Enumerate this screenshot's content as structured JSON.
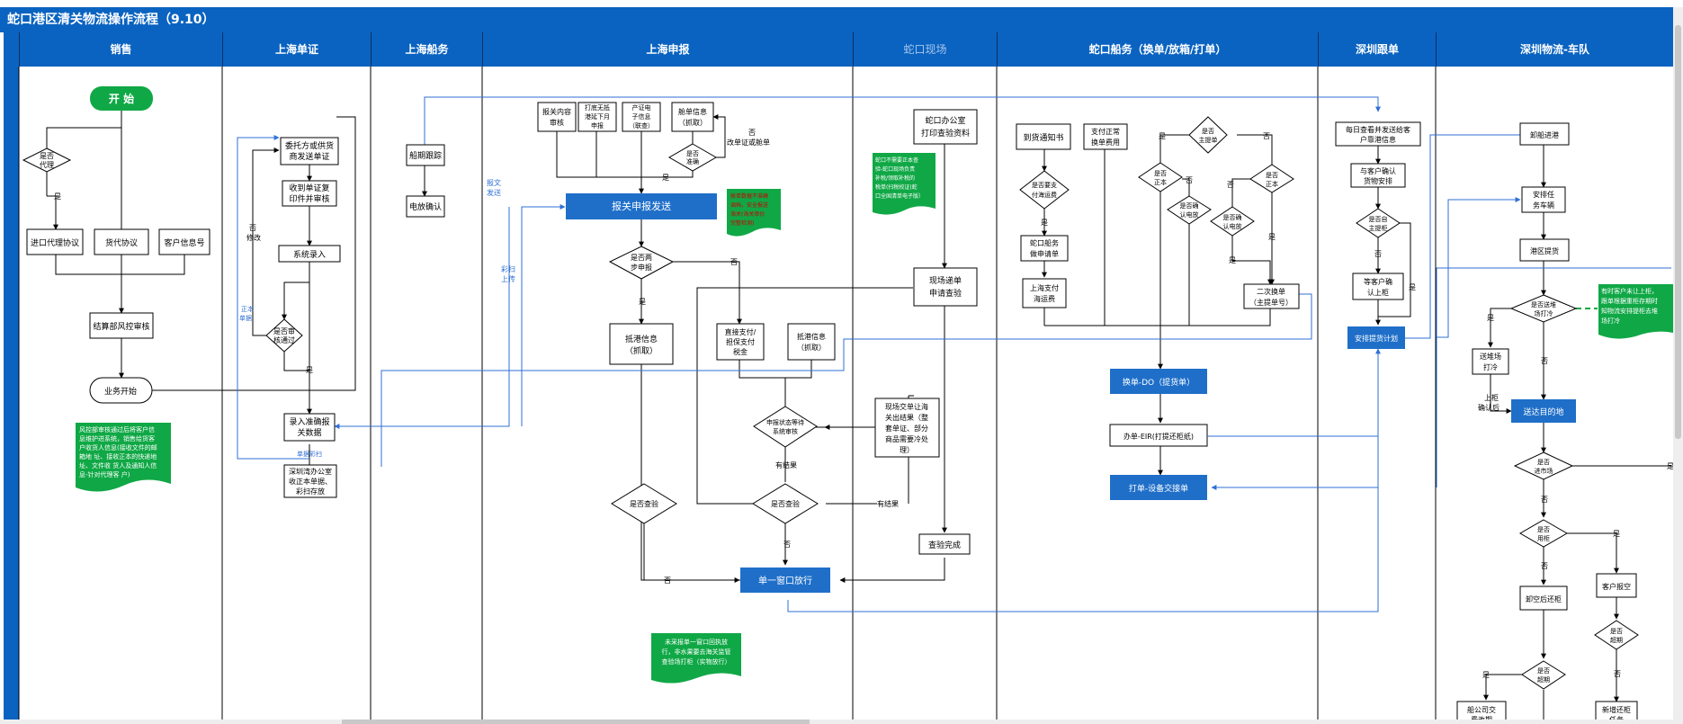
{
  "title": "蛇口港区清关物流操作流程（9.10）",
  "lanes": [
    "销售",
    "上海单证",
    "上海船务",
    "上海申报",
    "蛇口现场",
    "蛇口船务（换单/放箱/打单）",
    "深圳跟单",
    "深圳物流-车队"
  ],
  "nodes": {
    "start": "开 始",
    "is_agent": [
      "是否",
      "代理"
    ],
    "yes": "是",
    "no": "否",
    "import_agent": "进口代理协议",
    "freight_agent": "货代协议",
    "customer_info": "客户信息号",
    "risk_review": "结算部风控审核",
    "business_start": "业务开始",
    "sales_note": [
      "风控部审核通过后将客户信",
      "息维护进系统，销售给货客",
      "户收货人信息(接收文件的邮",
      "箱地 址、接收正本的快递地",
      "址、文件收 货人及通知人信",
      "息-针对代理客 户)"
    ],
    "entrust": [
      "委托方或供货",
      "商发送单证"
    ],
    "receive_docs": [
      "收到单证复",
      "印件并审核"
    ],
    "system_entry": "系统录入",
    "verify_pass": [
      "是否审",
      "核通过"
    ],
    "modify": [
      "否",
      "修改"
    ],
    "original_docs": [
      "正本",
      "单据"
    ],
    "enter_data": [
      "录入准确报",
      "关数据"
    ],
    "scan_upload": "单据彩扫",
    "sz_office": [
      "深圳湾办公室",
      "收正本单据、",
      "彩扫存放"
    ],
    "ship_track": "船期跟踪",
    "tel_confirm": "电放确认",
    "audit": [
      "报关内容",
      "审核"
    ],
    "print_bill": [
      "打底无抵",
      "港延下月",
      "申报"
    ],
    "origin_cert": [
      "产证电",
      "子信息",
      "（联查）"
    ],
    "manifest": [
      "舱单信息",
      "（抓取）"
    ],
    "manifest_ok": [
      "是否",
      "准确"
    ],
    "change_bill": [
      "否",
      "改单证或舱单"
    ],
    "declare_send": "报关申报发送",
    "decl_note": [
      "舱单数据不准确",
      "调档，安全报送",
      "海关(海关审价",
      "完整检测)"
    ],
    "two_step": [
      "是否两",
      "步申报"
    ],
    "arrival_info": [
      "抵港信息",
      "（抓取）"
    ],
    "pay_tax": [
      "直接支付/",
      "担保支付",
      "税金"
    ],
    "arrival_info2": [
      "抵港信息",
      "（抓取）"
    ],
    "status_wait": [
      "申报状态等待",
      "系统审核"
    ],
    "has_result": "有结果",
    "inspect_q1": "是否查验",
    "inspect_q2": "是否查验",
    "single_window": "单一窗口放行",
    "release_note": [
      "未采报单一窗口回执放",
      "行，非水果要去海关监管",
      "查验场打柜（实物放行）"
    ],
    "report_upload": [
      "报文",
      "发送"
    ],
    "scan_upload2": [
      "彩扫",
      "上传"
    ],
    "sk_office": [
      "蛇口办公室",
      "打印查验资料"
    ],
    "field_note": [
      "蛇口不需要正本查",
      "验-蛇口现场负责",
      "补税/领取补税的",
      "税单(扫税校证(蛇",
      "口全国清单电子版）"
    ],
    "field_apply": [
      "现场递单",
      "申请查验"
    ],
    "field_result": [
      "现场交单让海",
      "关出结果（整",
      "套单证、部分",
      "商品需要冷处",
      "理）"
    ],
    "inspect_done": "查验完成",
    "arrival_notice": "到货通知书",
    "pay_fee": [
      "支付正常",
      "换单费用"
    ],
    "is_main_bill": [
      "是否",
      "主提单"
    ],
    "is_original": [
      "是否",
      "正本"
    ],
    "is_original2": [
      "是否",
      "正本"
    ],
    "confirm_tel": [
      "是否确",
      "认电放"
    ],
    "confirm_tel2": [
      "是否确",
      "认电放"
    ],
    "pay_sea_freight": [
      "是否要支",
      "付海运费"
    ],
    "sk_ship_apply": [
      "蛇口船务",
      "做申请单"
    ],
    "sh_pay_freight": [
      "上海支付",
      "海运费"
    ],
    "second_change": [
      "二次换单",
      "（主提单号）"
    ],
    "change_do": "换单-DO（提货单）",
    "eir": "办单-EIR(打提还柜纸)",
    "print_exchange": "打单-设备交接单",
    "daily_check": [
      "每日查看并发送给客",
      "户靠港信息"
    ],
    "confirm_goods": [
      "与客户确认",
      "货物安排"
    ],
    "self_pickup": [
      "是否自",
      "主提柜"
    ],
    "wait_confirm": [
      "等客户确",
      "认上柜"
    ],
    "arrange_plan": "安排提货计划",
    "unload_port": "卸船进港",
    "arrange_truck": [
      "安排任",
      "务车辆"
    ],
    "port_pickup": "港区提货",
    "cold_storage": [
      "是否送堆",
      "场打冷"
    ],
    "truck_note": [
      "有时客户未让上柜，",
      "跟单根据重柜存期时",
      "知物流安排提柜去堆",
      "场打冷"
    ],
    "to_yard_cold": [
      "送堆场",
      "打冷"
    ],
    "confirm_cabinet": [
      "上柜",
      "确认后"
    ],
    "to_destination": "送达目的地",
    "into_market": [
      "是否",
      "进市场"
    ],
    "use_cabinet": [
      "是否",
      "用柜"
    ],
    "empty_return": "卸空后还柜",
    "cust_empty": "客户报空",
    "overdue": [
      "是否",
      "超期"
    ],
    "overdue2": [
      "是否",
      "超期"
    ],
    "ship_co_fee": [
      "船公司交",
      "费改期"
    ],
    "new_return": [
      "新增还柜",
      "任务"
    ]
  },
  "colors": {
    "header": "#0a63c0",
    "process_blue": "#1f6fc9",
    "note_green": "#10a846",
    "arrow_blue": "#2f6fd6",
    "line": "#000000"
  }
}
